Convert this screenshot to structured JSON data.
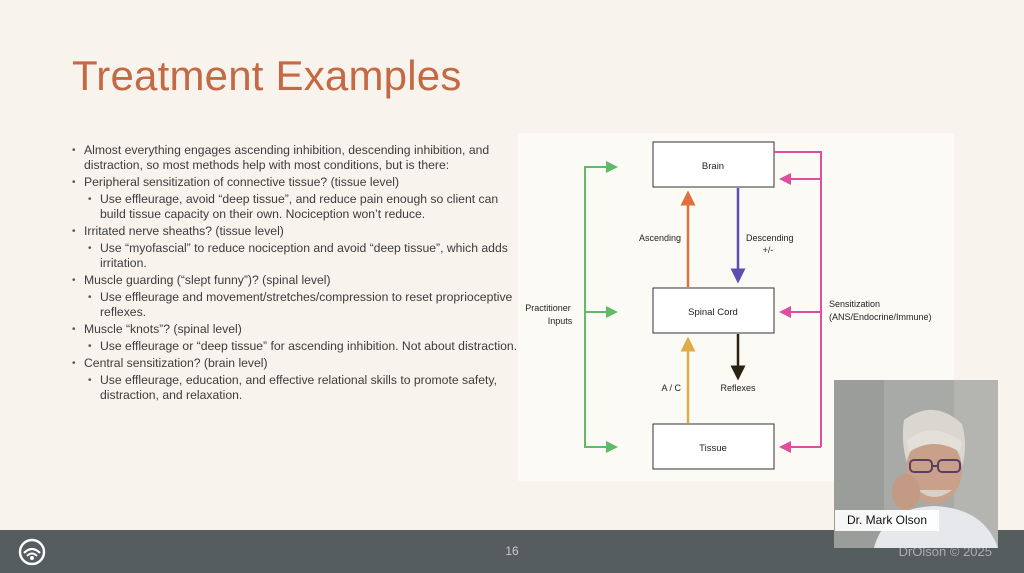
{
  "slide": {
    "title": "Treatment Examples",
    "bullets": [
      {
        "level": 1,
        "text": "Almost everything engages ascending inhibition, descending inhibition, and distraction, so most methods help with most conditions, but is there:"
      },
      {
        "level": 1,
        "text": "Peripheral sensitization of connective tissue? (tissue level)"
      },
      {
        "level": 2,
        "text": "Use effleurage, avoid “deep tissue”, and reduce pain enough so client can build tissue capacity on their own.  Nociception won’t reduce."
      },
      {
        "level": 1,
        "text": "Irritated nerve sheaths? (tissue level)"
      },
      {
        "level": 2,
        "text": "Use “myofascial” to reduce nociception and avoid “deep tissue”, which adds irritation."
      },
      {
        "level": 1,
        "text": "Muscle guarding (“slept funny”)? (spinal level)"
      },
      {
        "level": 2,
        "text": "Use effleurage and movement/stretches/compression to reset proprioceptive reflexes."
      },
      {
        "level": 1,
        "text": "Muscle “knots”? (spinal level)"
      },
      {
        "level": 2,
        "text": "Use effleurage or “deep tissue” for ascending inhibition. Not about distraction."
      },
      {
        "level": 1,
        "text": "Central sensitization? (brain level)"
      },
      {
        "level": 2,
        "text": "Use effleurage, education, and effective relational skills to promote safety, distraction, and relaxation."
      }
    ],
    "page_number": "16",
    "copyright": "DrOlson © 2025"
  },
  "diagram": {
    "boxes": {
      "brain": "Brain",
      "spinal_cord": "Spinal Cord",
      "tissue": "Tissue"
    },
    "labels": {
      "ascending": "Ascending",
      "descending": "Descending",
      "descending_sign": "+/-",
      "practitioner_line1": "Practitioner",
      "practitioner_line2": "Inputs",
      "sensitization_line1": "Sensitization",
      "sensitization_line2": "(ANS/Endocrine/Immune)",
      "ac": "A / C",
      "reflexes": "Reflexes"
    },
    "colors": {
      "ascending": "#e0703f",
      "descending": "#5c4fb0",
      "practitioner": "#5fba6a",
      "sensitization": "#dd4f9e",
      "ac": "#e0ac4a",
      "reflexes": "#2a2312"
    }
  },
  "video": {
    "name_label": "Dr. Mark Olson"
  }
}
